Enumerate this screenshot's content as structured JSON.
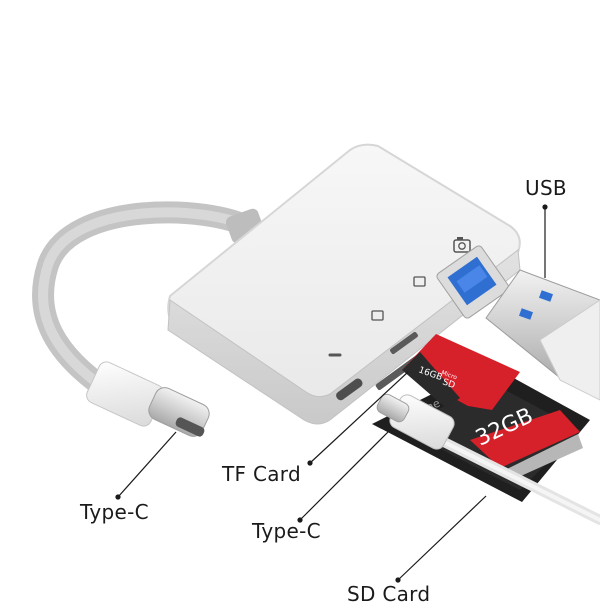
{
  "labels": {
    "usb": "USB",
    "tf_card": "TF Card",
    "type_c_left": "Type-C",
    "type_c_middle": "Type-C",
    "sd_card": "SD Card"
  },
  "cards": {
    "tf_capacity": "16GB",
    "tf_brand_line1": "Micro",
    "tf_brand_line2": "SD",
    "sd_capacity": "32GB",
    "sd_brand": "me"
  },
  "icons": {
    "camera": "camera-icon",
    "card_slot": "sd-slot-icon"
  },
  "colors": {
    "hub_body": "#eeeeee",
    "cable": "#c8c8c8",
    "tf_card_red": "#d6202a",
    "sd_card_black": "#1f1f1f",
    "usb_blue": "#2f6fd1"
  }
}
